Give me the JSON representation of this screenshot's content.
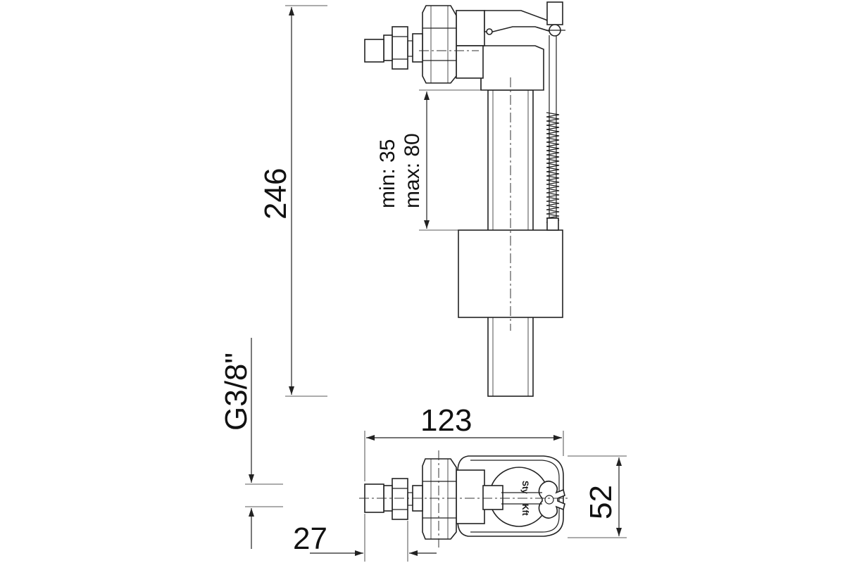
{
  "dimensions": {
    "total_height": "246",
    "float_travel": "min: 35\nmax: 80",
    "float_travel_min": "min: 35",
    "float_travel_max": "max: 80",
    "thread": "G3/8\"",
    "width": "123",
    "depth": "52",
    "inlet_length": "27"
  },
  "logo": {
    "top": "Sty",
    "bottom": "Kft"
  },
  "colors": {
    "line": "#222222",
    "background": "#ffffff"
  }
}
